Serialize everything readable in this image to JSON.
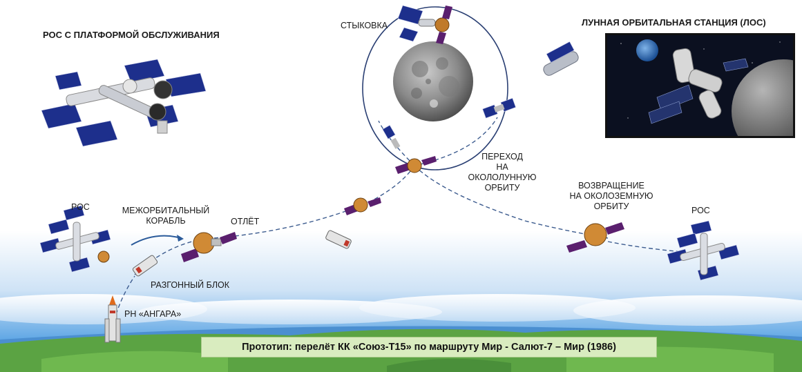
{
  "labels": {
    "ros_platform": "РОС С ПЛАТФОРМОЙ ОБСЛУЖИВАНИЯ",
    "lunar_station": "ЛУННАЯ ОРБИТАЛЬНАЯ СТАНЦИЯ (ЛОС)",
    "docking": "СТЫКОВКА",
    "transfer_line1": "ПЕРЕХОД",
    "transfer_line2": "НА",
    "transfer_line3": "ОКОЛОЛУННУЮ",
    "transfer_line4": "ОРБИТУ",
    "return_line1": "ВОЗВРАЩЕНИЕ",
    "return_line2": "НА ОКОЛОЗЕМНУЮ",
    "return_line3": "ОРБИТУ",
    "ros_left": "РОС",
    "ros_right": "РОС",
    "interorbital_line1": "МЕЖОРБИТАЛЬНЫЙ",
    "interorbital_line2": "КОРАБЛЬ",
    "departure": "ОТЛЁТ",
    "booster": "РАЗГОННЫЙ БЛОК",
    "launcher": "РН «АНГАРА»"
  },
  "banner": "Прототип: перелёт КК «Союз-Т15» по маршруту Мир - Салют-7 – Мир (1986)",
  "colors": {
    "sky_top": "#ffffff",
    "sky_bottom": "#3d8fd8",
    "earth_green": "#5ba343",
    "moon_gray": "#8d8d8d",
    "orbit_line": "#2a3f73",
    "panel_blue": "#1d2f8c",
    "banner_bg": "#d9ecbf"
  }
}
